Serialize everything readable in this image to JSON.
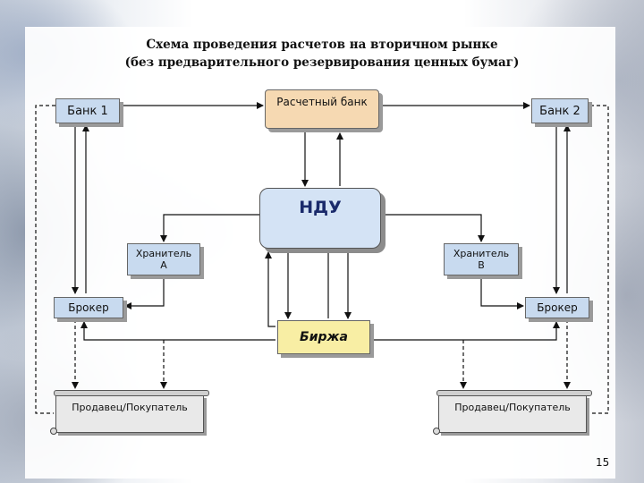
{
  "title": {
    "line1": "Схема проведения расчетов на вторичном рынке",
    "line2": "(без предварительного резервирования ценных бумаг)"
  },
  "nodes": {
    "bank1": "Банк 1",
    "settlement_bank": "Расчетный банк",
    "bank2": "Банк 2",
    "ndu": "НДУ",
    "custodian_a_line1": "Хранитель",
    "custodian_a_line2": "А",
    "custodian_b_line1": "Хранитель",
    "custodian_b_line2": "В",
    "broker_left": "Брокер",
    "broker_right": "Брокер",
    "exchange": "Биржа",
    "seller_buyer_left": "Продавец/Покупатель",
    "seller_buyer_right": "Продавец/Покупатель"
  },
  "colors": {
    "bank_box": "#c8daef",
    "settlement_bank_box": "#f6d9b2",
    "exchange_box": "#f8eea4",
    "ndu_box": "#d4e3f5"
  },
  "page_number": "15"
}
